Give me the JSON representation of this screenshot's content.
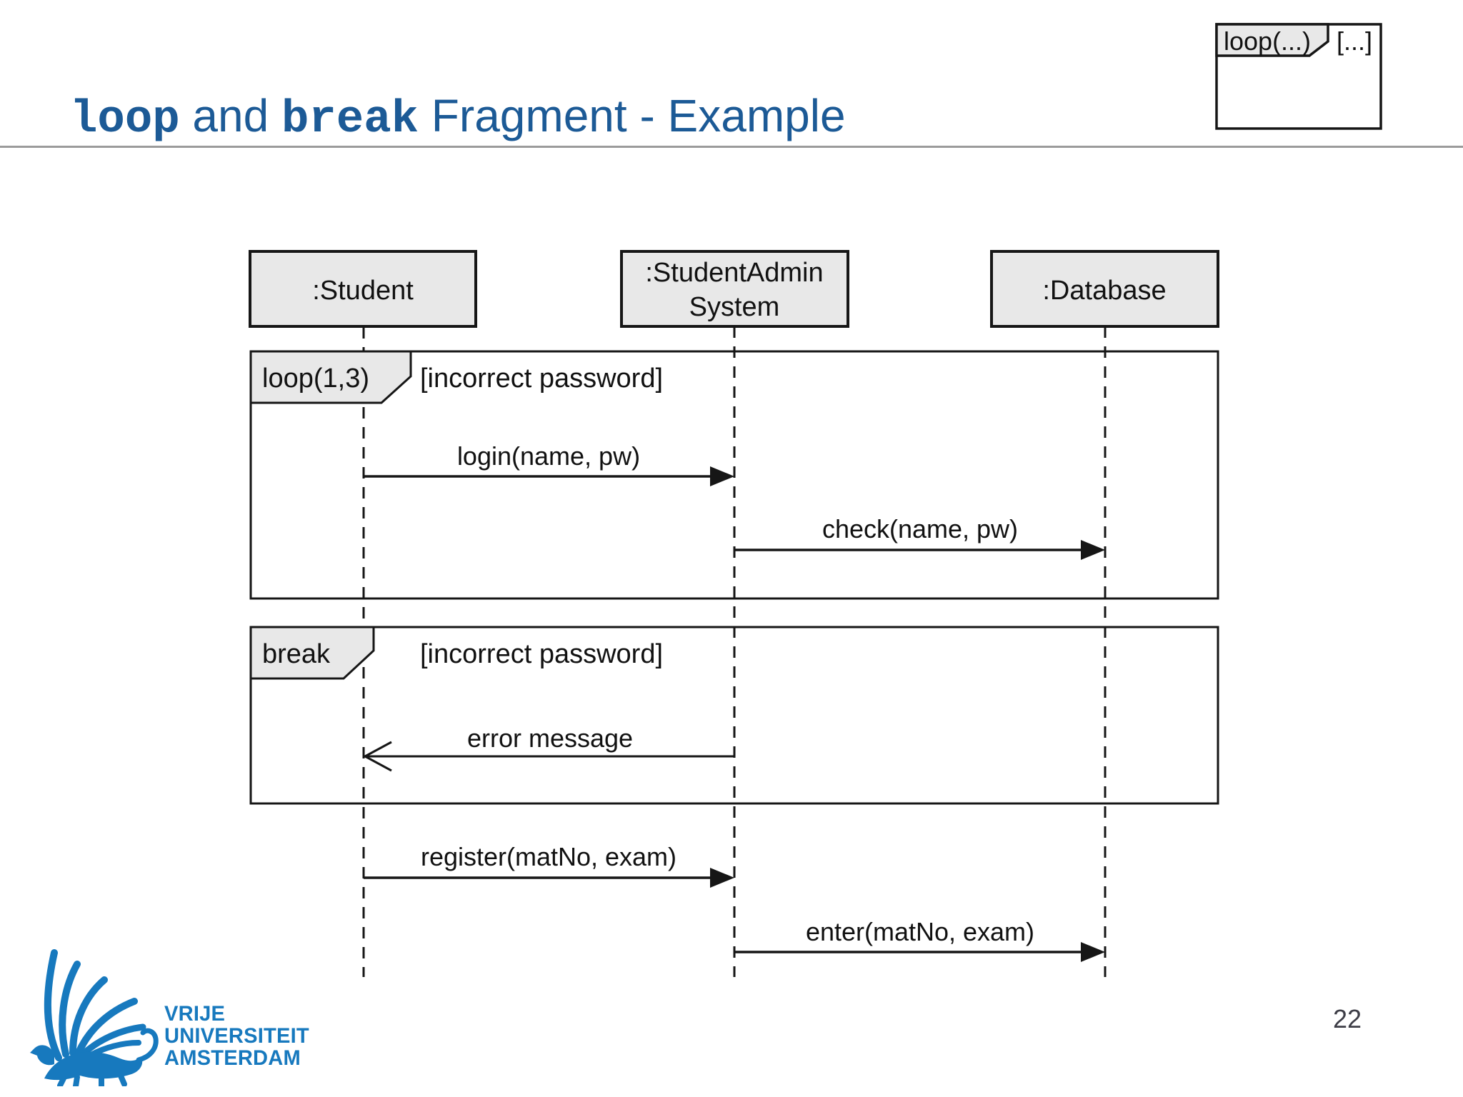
{
  "title": {
    "code1": "loop",
    "mid": " and ",
    "code2": "break",
    "rest": " Fragment - Example"
  },
  "corner_icon": {
    "operator": "loop(...)",
    "guard": "[...]"
  },
  "diagram": {
    "lifelines": [
      {
        "label": ":Student"
      },
      {
        "label_line1": ":StudentAdmin",
        "label_line2": "System"
      },
      {
        "label": ":Database"
      }
    ],
    "fragments": [
      {
        "operator": "loop(1,3)",
        "guard": "[incorrect password]"
      },
      {
        "operator": "break",
        "guard": "[incorrect password]"
      }
    ],
    "messages": [
      {
        "label": "login(name, pw)",
        "from": ":Student",
        "to": ":StudentAdmin System",
        "arrow": "filled-right"
      },
      {
        "label": "check(name, pw)",
        "from": ":StudentAdmin System",
        "to": ":Database",
        "arrow": "filled-right"
      },
      {
        "label": "error message",
        "from": ":StudentAdmin System",
        "to": ":Student",
        "arrow": "open-left"
      },
      {
        "label": "register(matNo, exam)",
        "from": ":Student",
        "to": ":StudentAdmin System",
        "arrow": "filled-right"
      },
      {
        "label": "enter(matNo, exam)",
        "from": ":StudentAdmin System",
        "to": ":Database",
        "arrow": "filled-right"
      }
    ]
  },
  "logo": {
    "line1": "VRIJE",
    "line2": "UNIVERSITEIT",
    "line3": "AMSTERDAM"
  },
  "footer": {
    "page_number": "22"
  },
  "colors": {
    "title_blue": "#1c5a96",
    "logo_blue": "#1779be",
    "diagram_ink": "#161616",
    "box_fill": "#e8e8e8",
    "divider_gray": "#9b9b9b",
    "page_number_gray": "#3d3d46"
  }
}
